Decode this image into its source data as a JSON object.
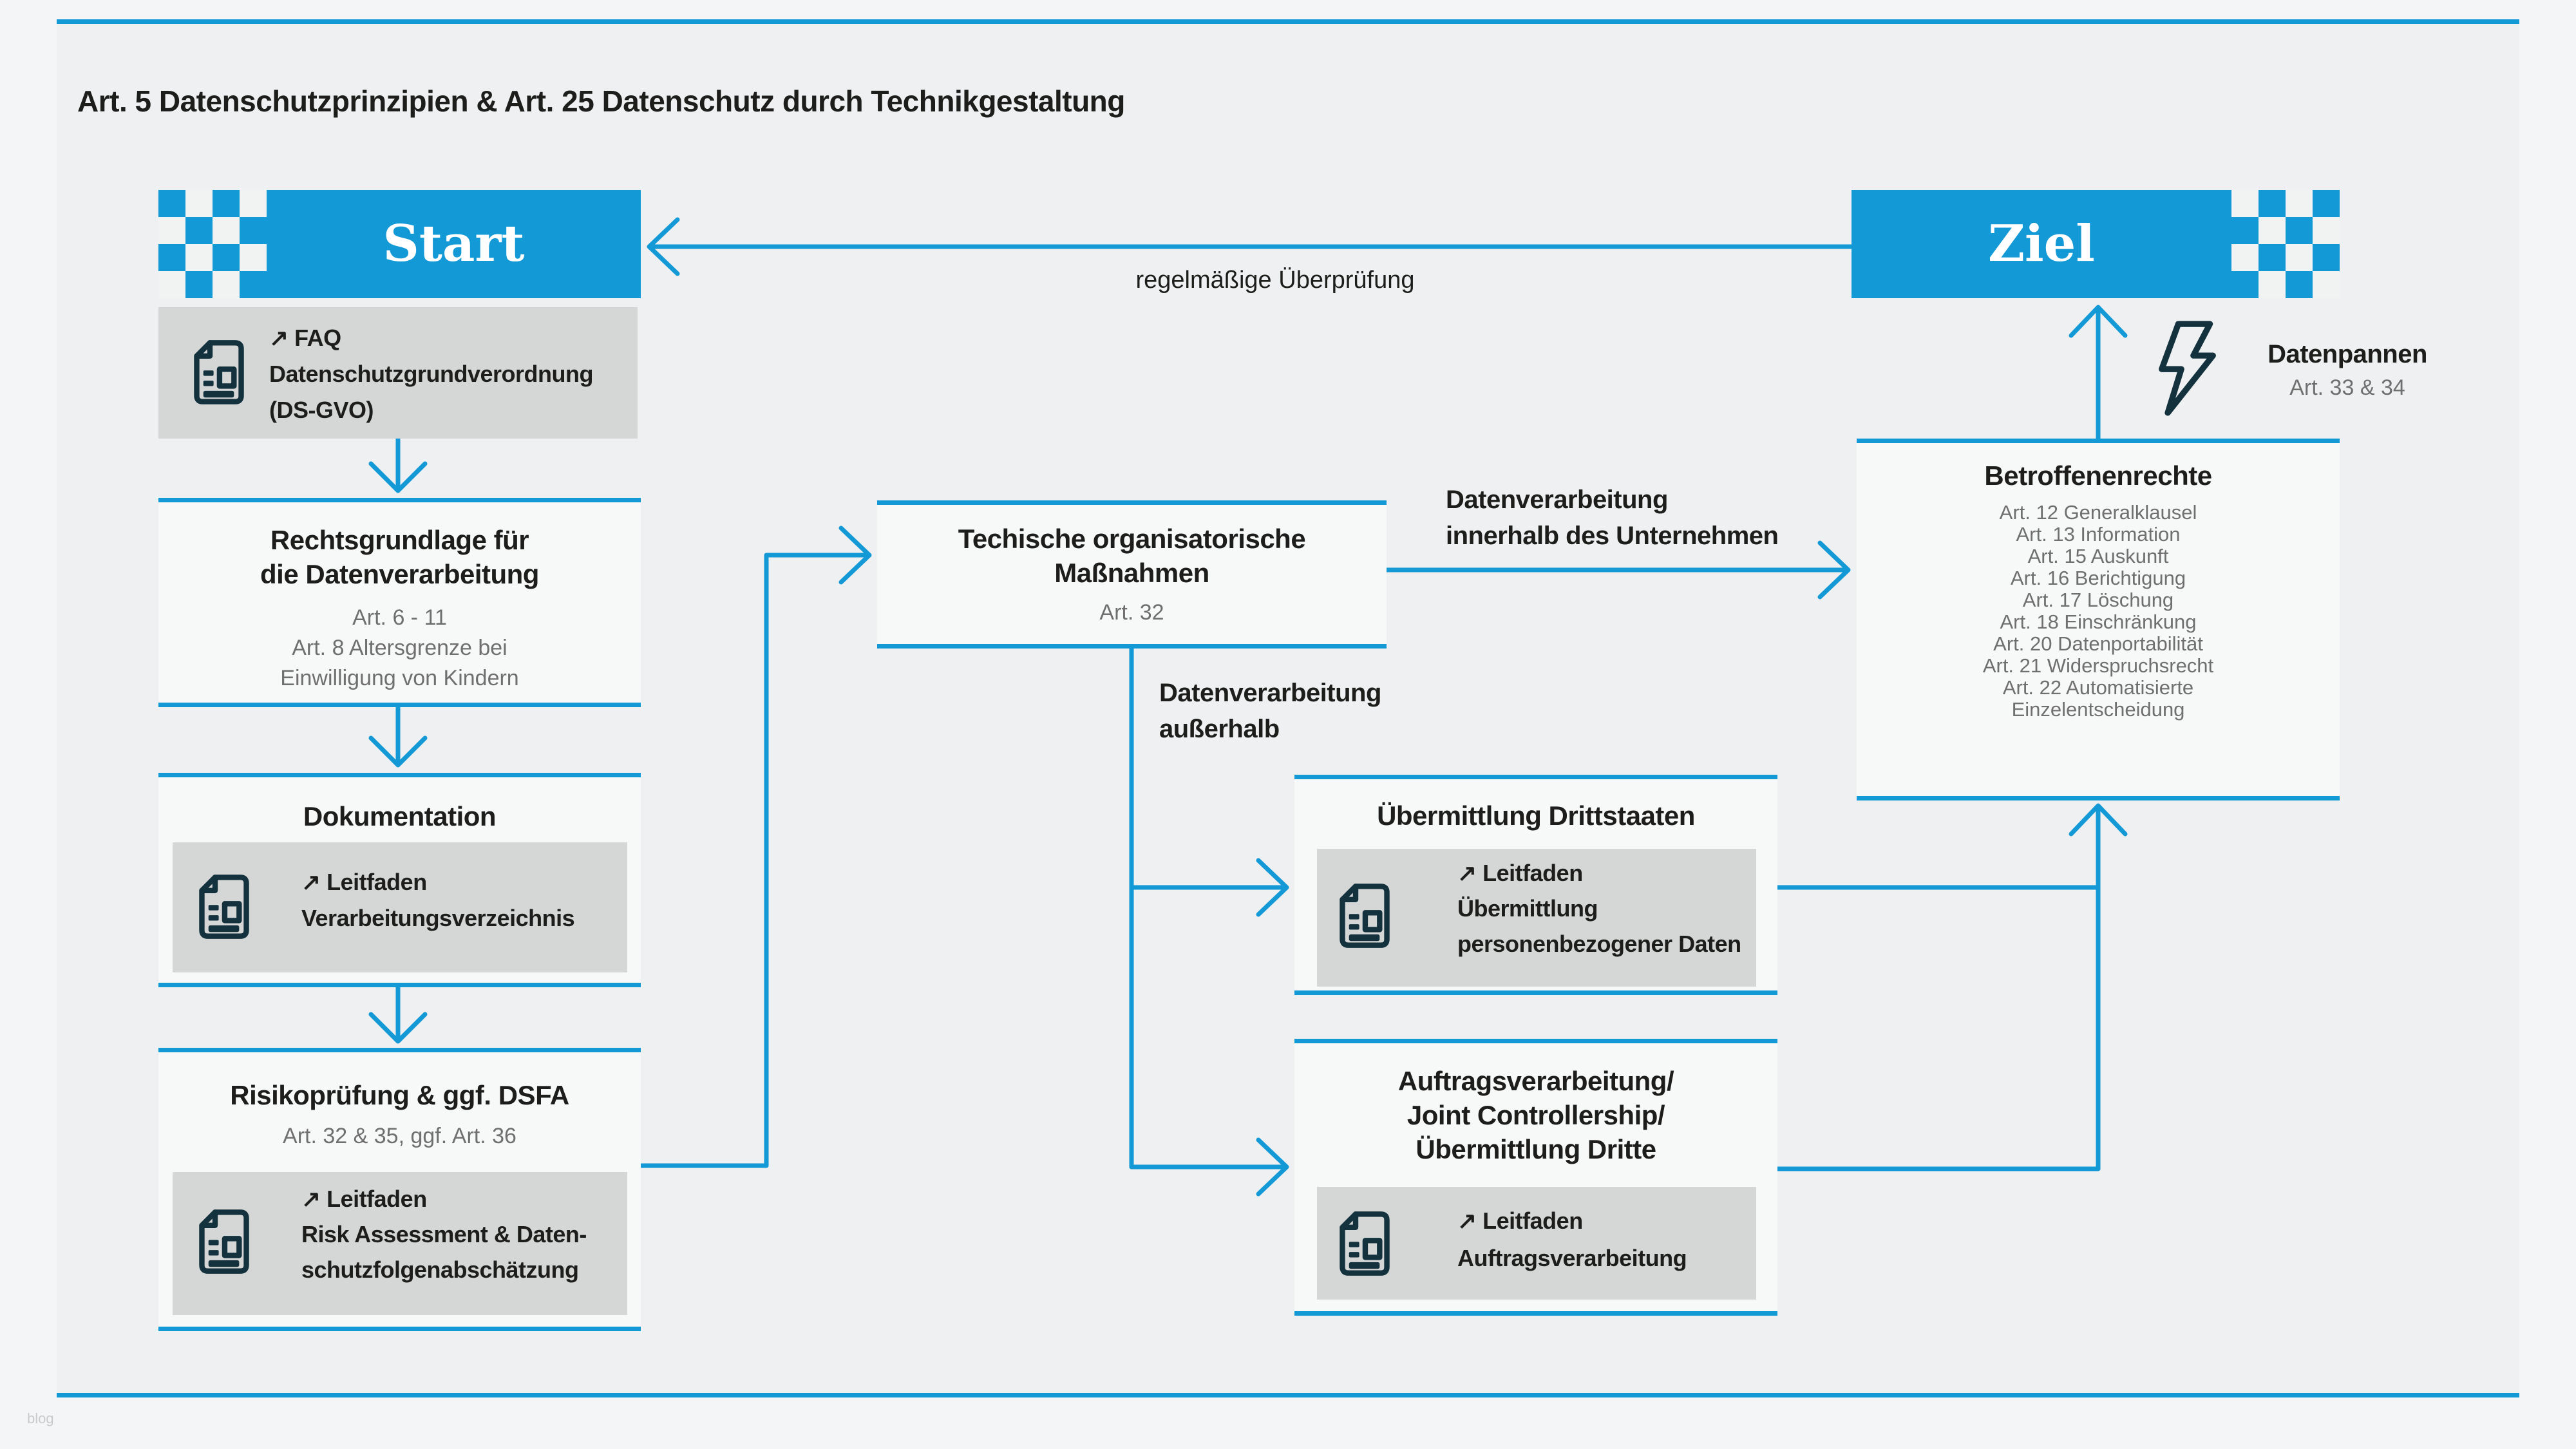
{
  "page": {
    "title": "Art. 5 Datenschutzprinzipien & Art. 25 Datenschutz durch Technikgestaltung",
    "watermark": "blog"
  },
  "colors": {
    "accent_blue": "#1299d6",
    "panel_background": "#eef0f1",
    "box_background": "#f7f8f8",
    "gray_box": "#d5d7d7",
    "icon_navy": "#14323e",
    "text_dark": "#1d1d1b",
    "text_gray": "#706f6f"
  },
  "start": {
    "label": "Start"
  },
  "ziel": {
    "label": "Ziel"
  },
  "faq": {
    "link": "↗ FAQ",
    "line1": "Datenschutzgrundverordnung",
    "line2": "(DS-GVO)"
  },
  "rechtsgrundlage": {
    "title1": "Rechtsgrundlage für",
    "title2": "die Datenverarbeitung",
    "sub1": "Art. 6 - 11",
    "sub2": "Art. 8 Altersgrenze bei",
    "sub3": "Einwilligung von Kindern"
  },
  "dokumentation": {
    "title": "Dokumentation",
    "link": "↗ Leitfaden",
    "doc1": "Verarbeitungsverzeichnis"
  },
  "risiko": {
    "title": "Risikoprüfung & ggf. DSFA",
    "sub": "Art. 32 & 35, ggf. Art. 36",
    "link": "↗ Leitfaden",
    "doc1": "Risk Assessment & Daten-",
    "doc2": "schutzfolgenabschätzung"
  },
  "tom": {
    "title1": "Techische organisatorische",
    "title2": "Maßnahmen",
    "sub": "Art. 32"
  },
  "labels": {
    "ueberpruefung": "regelmäßige Überprüfung",
    "innerhalb1": "Datenverarbeitung",
    "innerhalb2": "innerhalb des Unternehmen",
    "ausserhalb1": "Datenverarbeitung",
    "ausserhalb2": "außerhalb"
  },
  "drittstaaten": {
    "title": "Übermittlung Drittstaaten",
    "link": "↗ Leitfaden",
    "doc1": "Übermittlung",
    "doc2": "personenbezogener Daten"
  },
  "auftrag": {
    "title1": "Auftragsverarbeitung/",
    "title2": "Joint Controllership/",
    "title3": "Übermittlung Dritte",
    "link": "↗ Leitfaden",
    "doc1": "Auftragsverarbeitung"
  },
  "datenpannen": {
    "title": "Datenpannen",
    "sub": "Art. 33 & 34"
  },
  "betroffenenrechte": {
    "title": "Betroffenenrechte",
    "items": [
      "Art. 12 Generalklausel",
      "Art. 13 Information",
      "Art. 15 Auskunft",
      "Art. 16 Berichtigung",
      "Art. 17 Löschung",
      "Art. 18 Einschränkung",
      "Art. 20 Datenportabilität",
      "Art. 21 Widerspruchsrecht",
      "Art. 22 Automatisierte",
      "Einzelentscheidung"
    ]
  }
}
